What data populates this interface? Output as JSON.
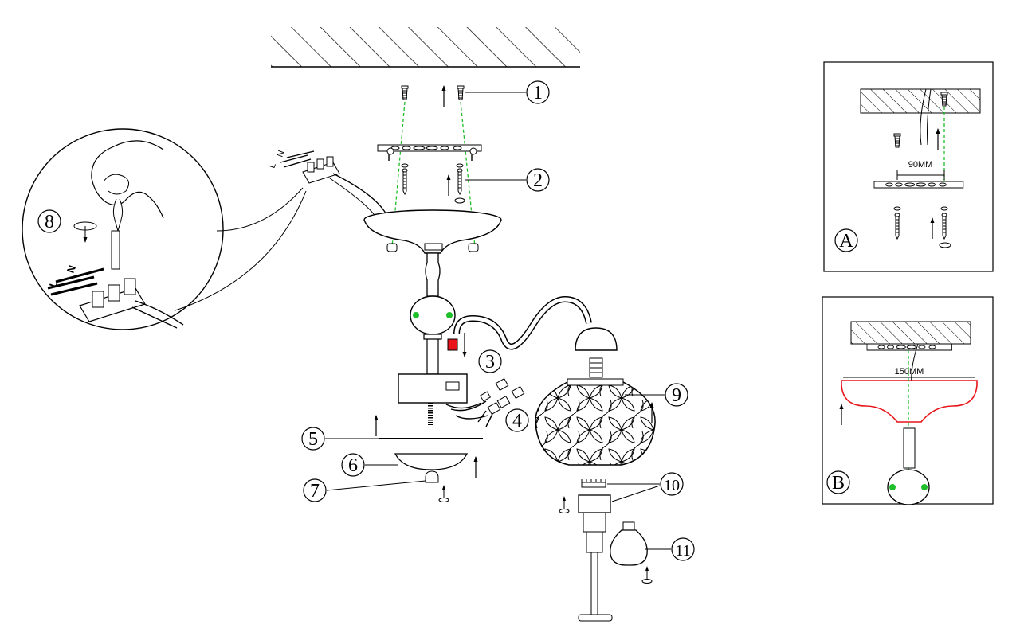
{
  "callouts": {
    "c1": "1",
    "c2": "2",
    "c3": "3",
    "c4": "4",
    "c5": "5",
    "c6": "6",
    "c7": "7",
    "c8": "8",
    "c9": "9",
    "c10": "10",
    "c11": "11"
  },
  "insets": {
    "a": {
      "label": "A",
      "dimension": "90MM"
    },
    "b": {
      "label": "B",
      "dimension": "150MM"
    }
  },
  "wire_labels": {
    "live": "L",
    "neutral": "N"
  },
  "colors": {
    "guide_lines": "#1fbf2a",
    "highlight": "#e8141a",
    "screw_dot": "#1fbf2a"
  },
  "icons": [
    "screw-icon",
    "arrow-up-icon",
    "arrow-down-icon",
    "rotate-icon",
    "bulb-icon",
    "ground-icon"
  ]
}
